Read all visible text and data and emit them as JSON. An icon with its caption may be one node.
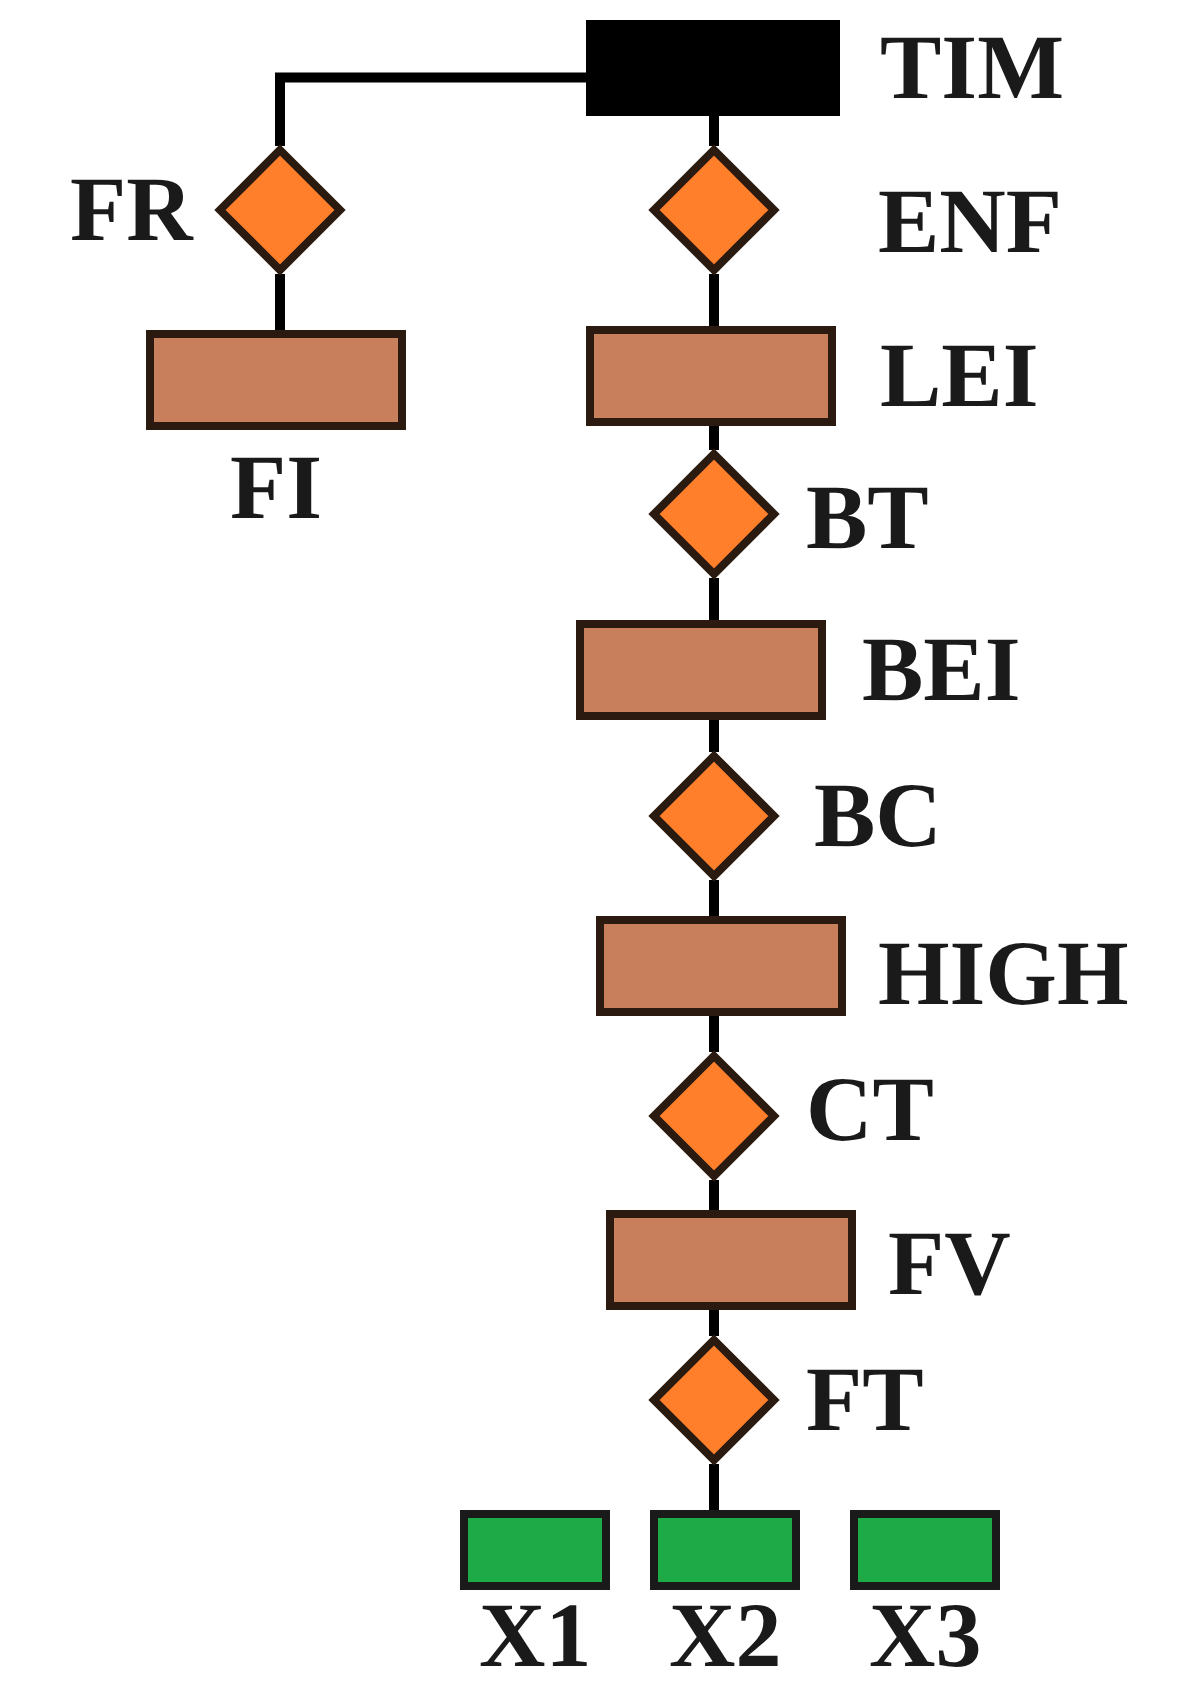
{
  "diagram": {
    "nodes": [
      {
        "text": [
          "TIM"
        ]
      },
      {
        "text": [
          "FR"
        ]
      },
      {
        "text": [
          "ENF"
        ]
      },
      {
        "text": [
          "FI"
        ]
      },
      {
        "text": [
          "LEI"
        ]
      },
      {
        "text": [
          "BT"
        ]
      },
      {
        "text": [
          "BEI"
        ]
      },
      {
        "text": [
          "BC"
        ]
      },
      {
        "text": [
          "HIGH"
        ]
      },
      {
        "text": [
          "CT"
        ]
      },
      {
        "text": [
          "FV"
        ]
      },
      {
        "text": [
          "FT"
        ]
      },
      {
        "text": [
          "X1"
        ]
      },
      {
        "text": [
          "X2"
        ]
      },
      {
        "text": [
          "X3"
        ]
      }
    ],
    "edges": [
      {
        "from": 0,
        "to": 1,
        "arrow": "none"
      },
      {
        "from": 1,
        "to": 3,
        "arrow": "none"
      },
      {
        "from": 0,
        "to": 2,
        "arrow": "none"
      },
      {
        "from": 2,
        "to": 4,
        "arrow": "none"
      },
      {
        "from": 4,
        "to": 5,
        "arrow": "none"
      },
      {
        "from": 5,
        "to": 6,
        "arrow": "none"
      },
      {
        "from": 6,
        "to": 7,
        "arrow": "none"
      },
      {
        "from": 7,
        "to": 8,
        "arrow": "none"
      },
      {
        "from": 8,
        "to": 9,
        "arrow": "none"
      },
      {
        "from": 9,
        "to": 10,
        "arrow": "none"
      },
      {
        "from": 10,
        "to": 11,
        "arrow": "none"
      },
      {
        "from": 11,
        "to": 13,
        "arrow": "none"
      }
    ]
  }
}
